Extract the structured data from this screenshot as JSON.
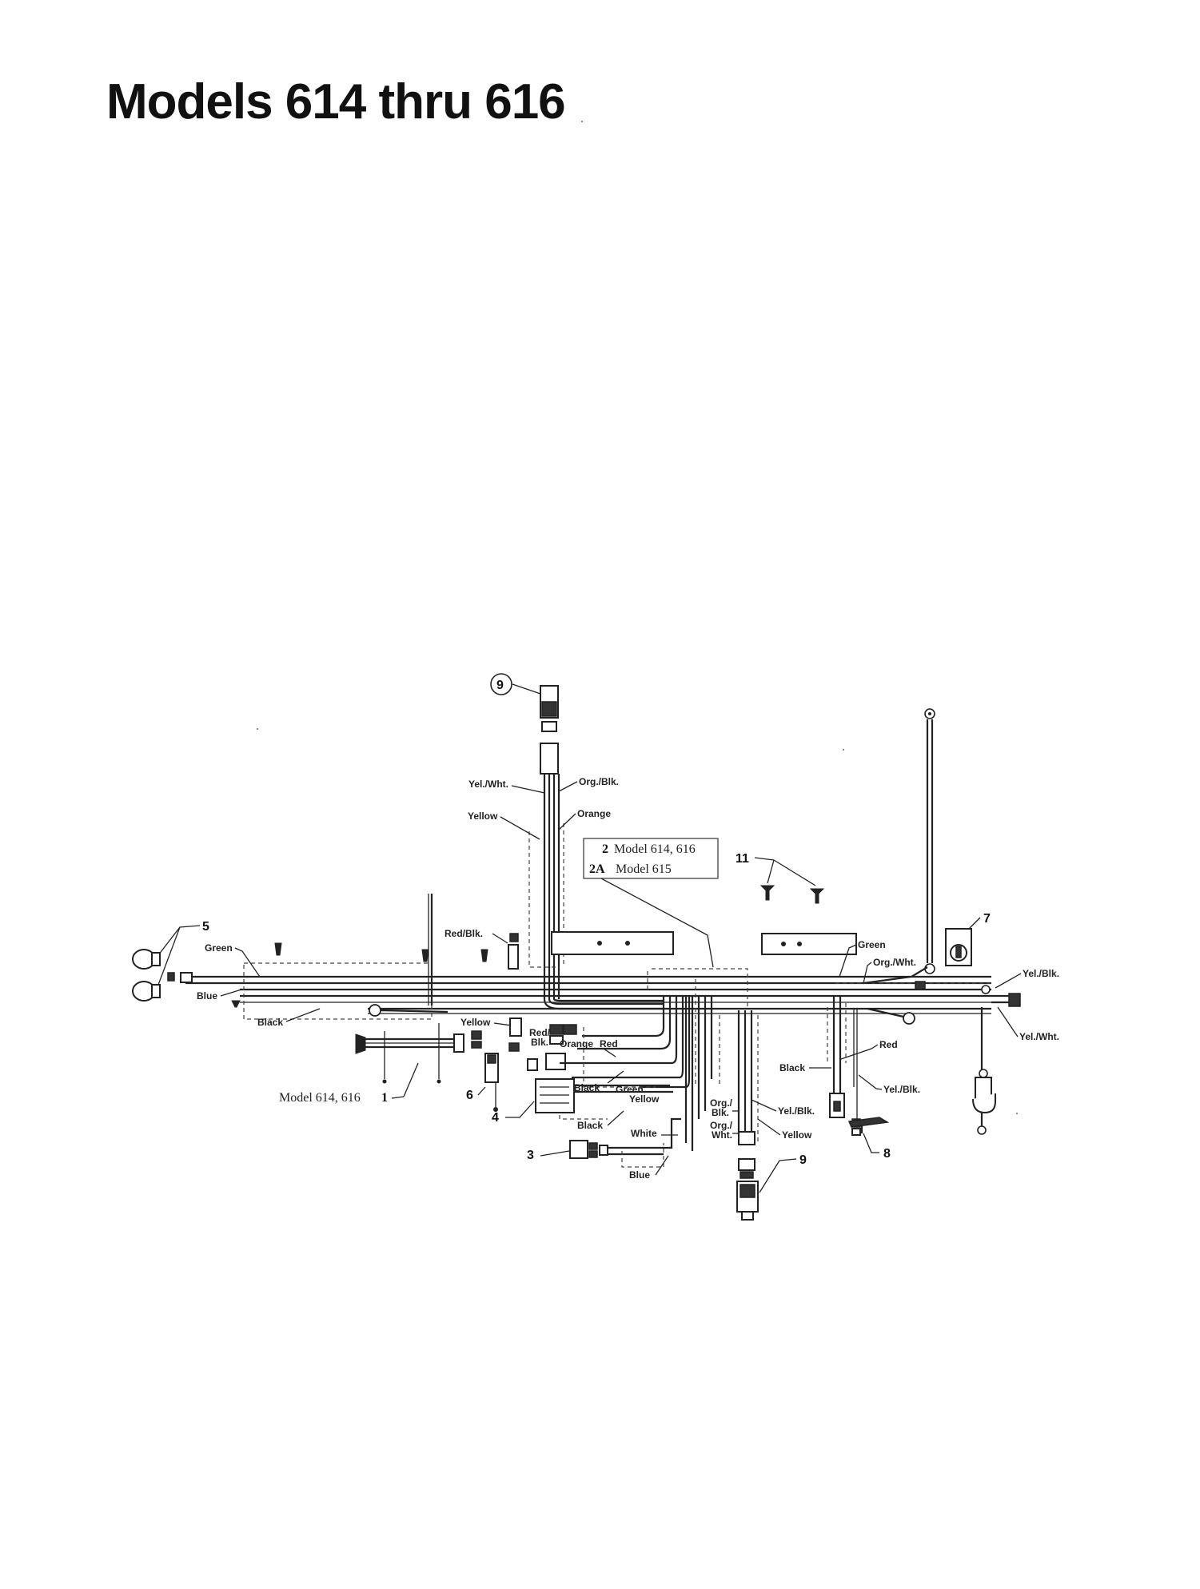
{
  "title": "Models 614 thru 616",
  "legend": {
    "item2_num": "2",
    "item2_text": "Model 614, 616",
    "item2a_num": "2A",
    "item2a_text": "Model 615"
  },
  "callouts": {
    "c1_text": "Model 614, 616",
    "c1_num": "1",
    "c3": "3",
    "c4": "4",
    "c5": "5",
    "c6": "6",
    "c7": "7",
    "c8": "8",
    "c9_top": "9",
    "c9_bottom": "9",
    "c11": "11"
  },
  "wire_labels": {
    "yel_wht_top": "Yel./Wht.",
    "org_blk_top": "Org./Blk.",
    "yellow_top": "Yellow",
    "orange_top": "Orange",
    "green_left": "Green",
    "blue_left": "Blue",
    "black_left": "Black",
    "red_blk": "Red/Blk.",
    "yellow_mid": "Yellow",
    "red_blk2_a": "Red/",
    "red_blk2_b": "Blk.",
    "orange_mid": "Orange",
    "red_mid": "Red",
    "black_mid": "Black",
    "green_mid": "Green",
    "yellow_mid2": "Yellow",
    "black_low": "Black",
    "white_low": "White",
    "blue_low": "Blue",
    "org_blk_low_a": "Org./",
    "org_blk_low_b": "Blk.",
    "org_wht_low_a": "Org./",
    "org_wht_low_b": "Wht.",
    "yel_blk_low": "Yel./Blk.",
    "yellow_low": "Yellow",
    "green_right": "Green",
    "org_wht_right": "Org./Wht.",
    "yel_blk_right": "Yel./Blk.",
    "yel_wht_right": "Yel./Wht.",
    "black_right": "Black",
    "red_right": "Red",
    "yel_blk_right2": "Yel./Blk."
  }
}
